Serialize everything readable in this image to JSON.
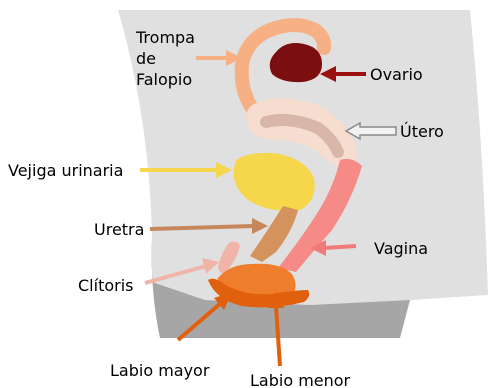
{
  "labels": {
    "trompa_line1": "Trompa",
    "trompa_line2": "de",
    "trompa_line3": "Falopio",
    "ovario": "Ovario",
    "utero": "Útero",
    "vejiga": "Vejiga urinaria",
    "uretra": "Uretra",
    "vagina": "Vagina",
    "clitoris": "Clítoris",
    "labio_mayor": "Labio mayor",
    "labio_menor": "Labio menor"
  },
  "colors": {
    "body": "#e0e0e0",
    "body_lower": "#a6a6a6",
    "fallopian_tube": "#f7b083",
    "ovary": "#7b0e0e",
    "uterus": "#f6ddd0",
    "uterus_inner": "#d8b6a8",
    "bladder": "#f6d64a",
    "urethra": "#d4925c",
    "vagina": "#f58a86",
    "clitoris": "#f0b4a8",
    "labia_minora": "#ee7d2c",
    "labia_majora": "#e0600d",
    "arrow_ovary": "#9b0f0f",
    "arrow_bladder": "#f6d64a",
    "arrow_urethra": "#c7875a",
    "arrow_vagina": "#f07a78",
    "arrow_clitoris": "#f0b4a8",
    "arrow_labia": "#e0600d"
  }
}
